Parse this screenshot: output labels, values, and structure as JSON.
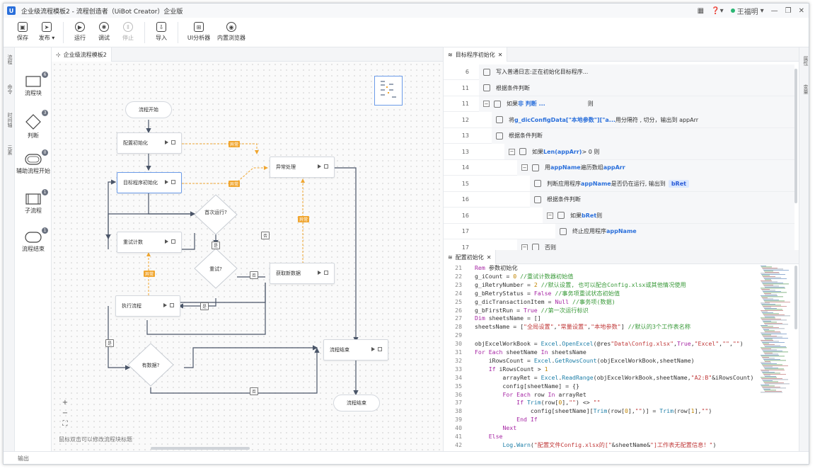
{
  "window": {
    "title": "企业级流程模板2 - 流程创造者（UiBot Creator）企业版",
    "user": "王福明",
    "logo": "U"
  },
  "toolbar": {
    "save": "保存",
    "publish": "发布",
    "run": "运行",
    "debug": "调试",
    "stop": "停止",
    "import": "导入",
    "ui_analyzer": "UI分析器",
    "browser": "内置浏览器"
  },
  "left_tabs": [
    "流程",
    "命令",
    "时间轴",
    "元素"
  ],
  "palette": [
    {
      "label": "流程块",
      "badge": "6"
    },
    {
      "label": "判断",
      "badge": "3"
    },
    {
      "label": "辅助流程开始",
      "badge": "0"
    },
    {
      "label": "子流程",
      "badge": "1"
    },
    {
      "label": "流程结束",
      "badge": "1"
    }
  ],
  "canvas": {
    "tab": "企业级流程模板2",
    "hint": "鼠标双击可以修改流程块标题",
    "zoom_in": "+",
    "zoom_out": "−",
    "fit": "⛶",
    "nodes": {
      "start": "流程开始",
      "config_init": "配置初始化",
      "target_init": "目标程序初始化",
      "exception": "异常处理",
      "first_run": "首次运行?",
      "retry_count": "重试计数",
      "retry": "重试?",
      "get_data": "获取新数据",
      "execute": "执行流程",
      "has_data": "有数据?",
      "flow_end_block": "流程结束",
      "end": "流程结束"
    },
    "tags": {
      "exc": "异常",
      "no": "否",
      "yes": "是"
    }
  },
  "block_pane": {
    "tab": "目标程序初始化",
    "rows": [
      {
        "n": "6",
        "parts": [
          "写入普通日志: ",
          "正在初始化目标程序..."
        ]
      },
      {
        "n": "11",
        "parts": [
          "根据条件判断"
        ]
      },
      {
        "n": "11",
        "parts": [
          "如果 ",
          "非 判断 ...",
          "则"
        ]
      },
      {
        "n": "12",
        "parts": [
          "将 ",
          "g_dicConfigData[\"本地参数\"][\"a...",
          " 用分隔符 , 切分，输出到 appArr"
        ]
      },
      {
        "n": "13",
        "parts": [
          "根据条件判断"
        ]
      },
      {
        "n": "13",
        "parts": [
          "如果 ",
          "Len(appArr)",
          " > 0 则"
        ]
      },
      {
        "n": "14",
        "parts": [
          "用 ",
          "appName",
          " 遍历数组 ",
          "appArr"
        ]
      },
      {
        "n": "15",
        "parts": [
          "判断应用程序 ",
          "appName",
          " 是否仍在运行, 输出到",
          "bRet"
        ]
      },
      {
        "n": "16",
        "parts": [
          "根据条件判断"
        ]
      },
      {
        "n": "16",
        "parts": [
          "如果 ",
          "bRet",
          " 则"
        ]
      },
      {
        "n": "17",
        "parts": [
          "终止应用程序 ",
          "appName"
        ]
      },
      {
        "n": "17",
        "parts": [
          "否则"
        ]
      }
    ]
  },
  "code_pane": {
    "tab": "配置初始化",
    "lines": [
      {
        "n": "21",
        "t": "Rem 参数初始化"
      },
      {
        "n": "22",
        "t": "g_iCount = 0 //重试计数器初始值"
      },
      {
        "n": "23",
        "t": "g_iRetryNumber = 2 //默认设置, 也可以配合Config.xlsx或其他情况使用"
      },
      {
        "n": "24",
        "t": "g_bRetryStatus = False //事务项重试状态初始值"
      },
      {
        "n": "25",
        "t": "g_dicTransactionItem = Null //事务项(数据)"
      },
      {
        "n": "26",
        "t": "g_bFirstRun = True //第一次运行标识"
      },
      {
        "n": "27",
        "t": "Dim sheetsName = []"
      },
      {
        "n": "28",
        "t": "sheetsName = [\"全局设置\",\"常量设置\",\"本地参数\"] //默认的3个工作表名称"
      },
      {
        "n": "29",
        "t": ""
      },
      {
        "n": "30",
        "t": "objExcelWorkBook = Excel.OpenExcel(@res\"Data\\Config.xlsx\",True,\"Excel\",\"\",\"\")"
      },
      {
        "n": "31",
        "t": "For Each sheetName In sheetsName"
      },
      {
        "n": "32",
        "t": "    iRowsCount = Excel.GetRowsCount(objExcelWorkBook,sheetName)"
      },
      {
        "n": "33",
        "t": "    If iRowsCount > 1"
      },
      {
        "n": "34",
        "t": "        arrayRet = Excel.ReadRange(objExcelWorkBook,sheetName,\"A2:B\"&iRowsCount)"
      },
      {
        "n": "35",
        "t": "        config[sheetName] = {}"
      },
      {
        "n": "36",
        "t": "        For Each row In arrayRet"
      },
      {
        "n": "37",
        "t": "            If Trim(row[0],\"\") <> \"\""
      },
      {
        "n": "38",
        "t": "                config[sheetName][Trim(row[0],\"\")] = Trim(row[1],\"\")"
      },
      {
        "n": "39",
        "t": "            End If"
      },
      {
        "n": "40",
        "t": "        Next"
      },
      {
        "n": "41",
        "t": "    Else"
      },
      {
        "n": "42",
        "t": "        Log.Warn(\"配置文件Config.xlsx的[\"&sheetName&\"]工作表无配置信息！\")"
      }
    ]
  },
  "right_tabs": [
    "属性",
    "变量"
  ],
  "status": {
    "output": "输出"
  }
}
